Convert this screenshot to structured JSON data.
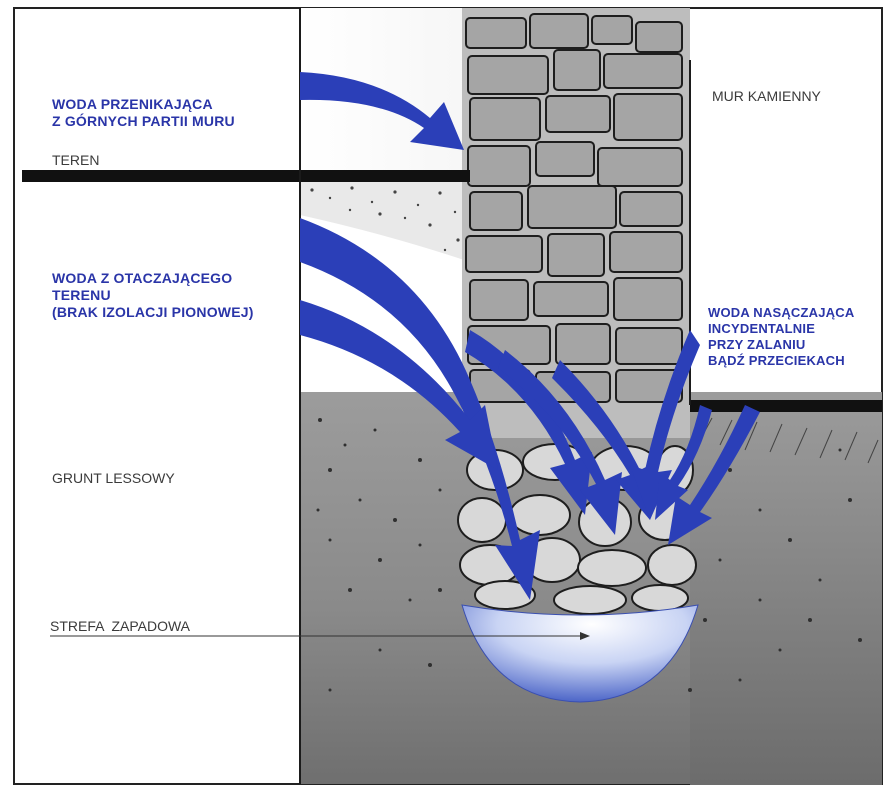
{
  "labels": {
    "water_upper": "WODA PRZENIKAJĄCA\nZ GÓRNYCH PARTII MURU",
    "terrain": "TEREN",
    "water_surrounding": "WODA Z OTACZAJĄCEGO\nTERENU\n(BRAK IZOLACJI PIONOWEJ)",
    "loess_soil": "GRUNT LESSOWY",
    "collapse_zone": "STREFA  ZAPADOWA",
    "stone_wall": "MUR KAMIENNY",
    "water_incidental": "WODA NASĄCZAJĄCA\nINCYDENTALNIE\nPRZY ZALANIU\nBĄDŹ PRZECIEKACH"
  },
  "colors": {
    "water_blue": "#2b3fb8",
    "label_blue": "#2a35a8",
    "soil_gray": "#8a8a8a",
    "stone_gray": "#a9a9a9",
    "ground_line": "#111111",
    "label_dark": "#3b3b3b"
  }
}
